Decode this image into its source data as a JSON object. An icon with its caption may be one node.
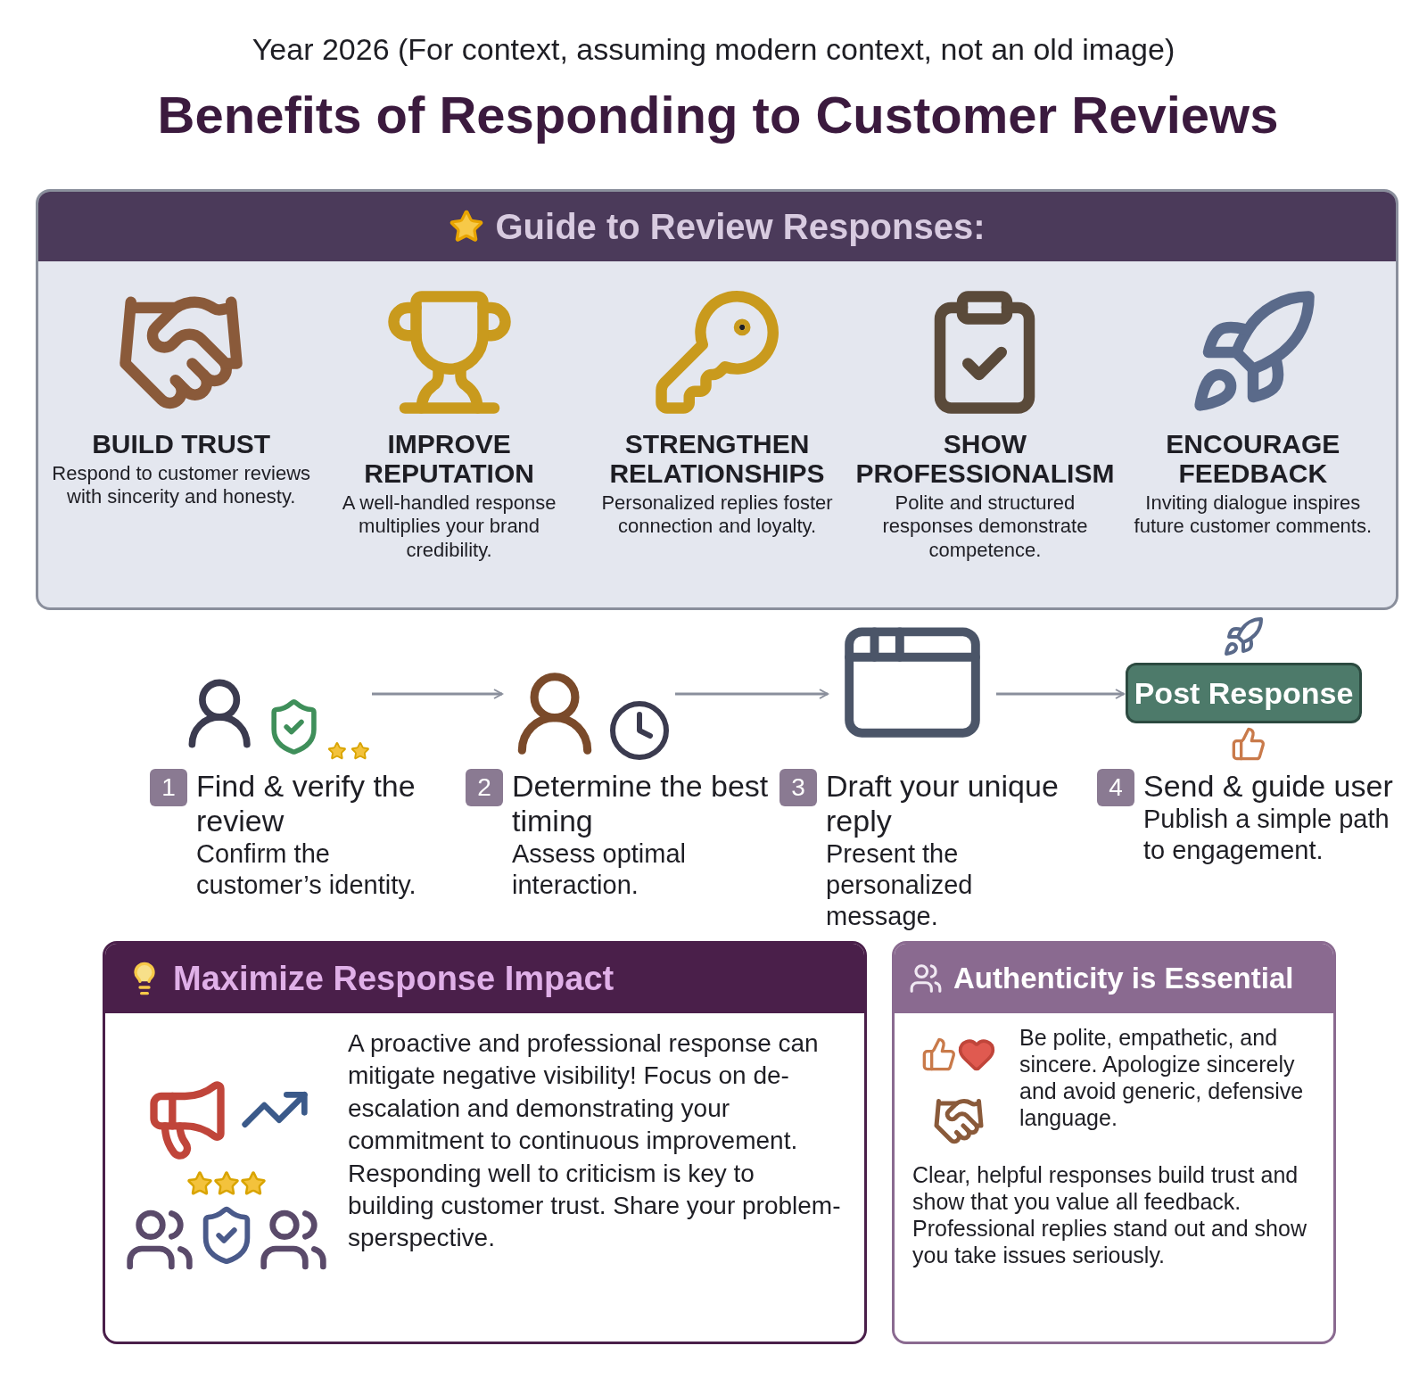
{
  "diagram": {
    "title": "Benefits of Responding to Customer Reviews",
    "nodes": [
      {
        "text": [
          "Guide to Review Responses:"
        ]
      },
      {
        "text": [
          "BUILD TRUST",
          "Respond to customer reviews with sincerity and honesty."
        ],
        "in": 0
      },
      {
        "text": [
          "IMPROVE REPUTATION",
          "A well-handled response multiplies your brand credibility."
        ],
        "in": 0
      },
      {
        "text": [
          "STRENGTHEN RELATIONSHIPS",
          "Personalized replies foster connection and loyalty."
        ],
        "in": 0
      },
      {
        "text": [
          "SHOW PROFESSIONALISM",
          "Polite and structured responses demonstrate competence."
        ],
        "in": 0
      },
      {
        "text": [
          "ENCOURAGE FEEDBACK",
          "Inviting dialogue inspires future customer comments."
        ],
        "in": 0
      },
      {
        "text": [],
        "shape": "picture",
        "beside": [
          "1",
          "Find & verify the review",
          "Confirm the customer’s identity."
        ]
      },
      {
        "text": [],
        "shape": "picture",
        "beside": [
          "2",
          "Determine the best timing",
          "Assess optimal interaction."
        ]
      },
      {
        "text": [],
        "shape": "picture",
        "beside": [
          "3",
          "Draft your unique reply",
          "Present the personalized message."
        ]
      },
      {
        "text": [
          "Post Response"
        ],
        "beside": [
          "4",
          "Send & guide user",
          "Publish a simple path to engagement."
        ]
      },
      {
        "text": [
          "Maximize Response Impact",
          "A proactive and professional response can mitigate negative visibility! Focus on de-escalation and demonstrating your commitment to continuous improvement. Responding well to criticism is key to building customer trust. Share your problem-sperspective."
        ]
      },
      {
        "text": [
          "Authenticity is Essential",
          "Be polite, empathetic, and sincere. Apologize sincerely and avoid generic, defensive language.",
          "Clear, helpful responses build trust and show that you value all feedback. Professional replies stand out and show you take issues seriously."
        ]
      }
    ],
    "edges": [
      {
        "from": 6,
        "to": 7,
        "arrow": "to"
      },
      {
        "from": 7,
        "to": 8,
        "arrow": "to"
      },
      {
        "from": 8,
        "to": 9,
        "arrow": "to"
      }
    ],
    "labels": [
      "Year 2026 (For context, assuming modern context, not an old image)"
    ]
  }
}
